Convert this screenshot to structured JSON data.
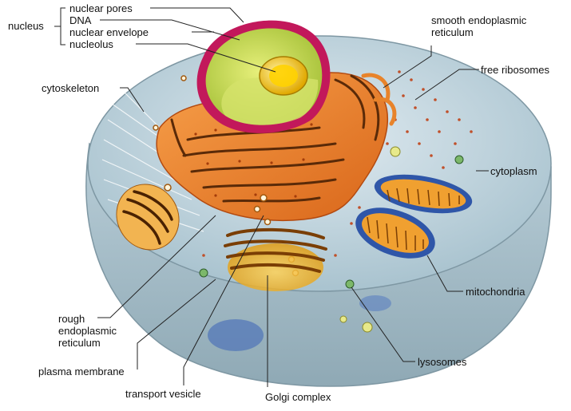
{
  "labels": {
    "nucleus": "nucleus",
    "nuclear_pores": "nuclear pores",
    "dna": "DNA",
    "nuclear_envelope": "nuclear envelope",
    "nucleolus": "nucleolus",
    "smooth_er_line1": "smooth endoplasmic",
    "smooth_er_line2": "reticulum",
    "free_ribosomes": "free ribosomes",
    "cytoskeleton": "cytoskeleton",
    "cytoplasm": "cytoplasm",
    "mitochondria": "mitochondria",
    "rough_er_line1": "rough",
    "rough_er_line2": "endoplasmic",
    "rough_er_line3": "reticulum",
    "plasma_membrane": "plasma membrane",
    "transport_vesicle": "transport vesicle",
    "golgi_complex": "Golgi complex",
    "lysosomes": "lysosomes"
  },
  "colors": {
    "cytoplasm_top": "#c9dde6",
    "cell_side": "#b8cdd6",
    "nucleus_inner": "#c8dc3a",
    "nuclear_envelope": "#c2185b",
    "nucleolus": "#f2c200",
    "rough_er": "#f08a2a",
    "golgi": "#e0a020",
    "mitochondria_outer": "#2f56a8",
    "mitochondria_inner": "#f0a030"
  }
}
